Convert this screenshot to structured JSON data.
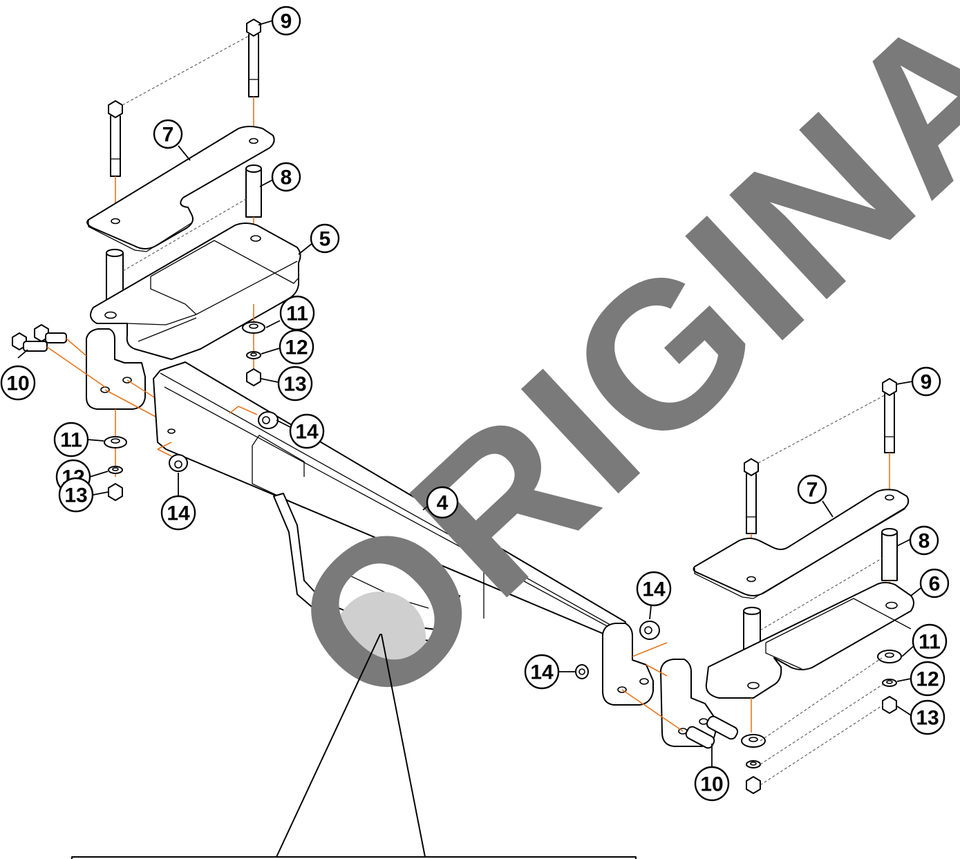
{
  "diagram": {
    "type": "exploded-assembly",
    "watermark": "ORIGINAL",
    "colors": {
      "line": "#000000",
      "assembly_axis": "#e8741c",
      "watermark": "#7a7a7a",
      "watermark_disc": "#cfcfcf"
    },
    "callouts": [
      {
        "id": "c9a",
        "label": "9"
      },
      {
        "id": "c7a",
        "label": "7"
      },
      {
        "id": "c8a",
        "label": "8"
      },
      {
        "id": "c5",
        "label": "5"
      },
      {
        "id": "c11a",
        "label": "11"
      },
      {
        "id": "c12a",
        "label": "12"
      },
      {
        "id": "c13a",
        "label": "13"
      },
      {
        "id": "c10a",
        "label": "10"
      },
      {
        "id": "c11b",
        "label": "11"
      },
      {
        "id": "c12b",
        "label": "12"
      },
      {
        "id": "c13b",
        "label": "13"
      },
      {
        "id": "c14a",
        "label": "14"
      },
      {
        "id": "c14b",
        "label": "14"
      },
      {
        "id": "c4",
        "label": "4"
      },
      {
        "id": "c9b",
        "label": "9"
      },
      {
        "id": "c7b",
        "label": "7"
      },
      {
        "id": "c8b",
        "label": "8"
      },
      {
        "id": "c6",
        "label": "6"
      },
      {
        "id": "c14c",
        "label": "14"
      },
      {
        "id": "c14d",
        "label": "14"
      },
      {
        "id": "c11c",
        "label": "11"
      },
      {
        "id": "c12c",
        "label": "12"
      },
      {
        "id": "c13c",
        "label": "13"
      },
      {
        "id": "c10b",
        "label": "10"
      }
    ]
  }
}
